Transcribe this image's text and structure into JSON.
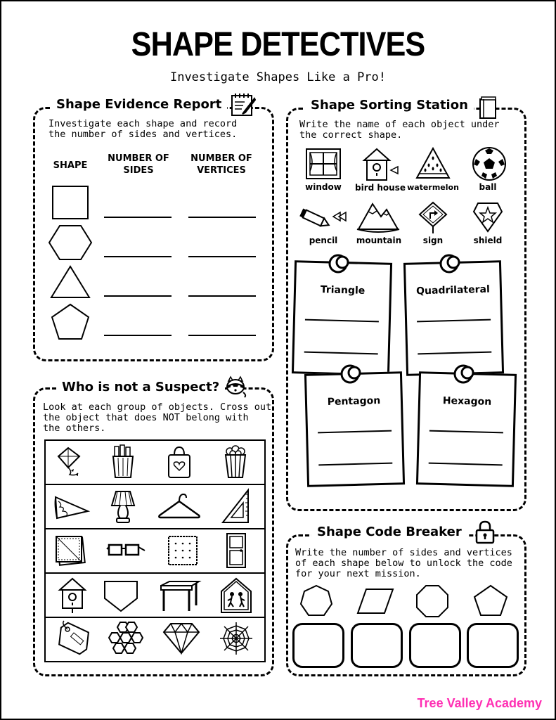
{
  "title": "SHAPE DETECTIVES",
  "subtitle": "Investigate Shapes Like a Pro!",
  "evidence": {
    "title": "Shape Evidence Report",
    "instructions": "Investigate each shape and record\nthe number of sides and vertices.",
    "col_shape": "SHAPE",
    "col_sides": "NUMBER OF\nSIDES",
    "col_vertices": "NUMBER OF\nVERTICES",
    "shapes": [
      "square",
      "hexagon",
      "triangle",
      "pentagon"
    ]
  },
  "sorting": {
    "title": "Shape Sorting Station",
    "instructions": "Write the name of each object under\nthe correct shape.",
    "objects": [
      "window",
      "bird house",
      "watermelon",
      "ball",
      "pencil",
      "mountain",
      "sign",
      "shield"
    ],
    "notes": [
      "Triangle",
      "Quadrilateral",
      "Pentagon",
      "Hexagon"
    ]
  },
  "suspect": {
    "title": "Who is not a Suspect?",
    "instructions": "Look at each group of objects. Cross out\nthe object that does NOT belong with\nthe others.",
    "rows": [
      [
        "kite",
        "pencil-cup",
        "bag",
        "popcorn"
      ],
      [
        "sandwich",
        "lamp",
        "hanger",
        "set-square"
      ],
      [
        "napkin",
        "glasses",
        "cracker",
        "door"
      ],
      [
        "birdhouse",
        "home-plate",
        "table",
        "school-sign"
      ],
      [
        "tag",
        "honeycomb",
        "diamond",
        "spiderweb"
      ]
    ]
  },
  "code": {
    "title": "Shape Code Breaker",
    "instructions": "Write the number of sides and vertices\nof each shape below to unlock the code\nfor your next mission.",
    "shapes": [
      "heptagon",
      "parallelogram",
      "octagon",
      "pentagon"
    ]
  },
  "footer": "Tree Valley Academy"
}
